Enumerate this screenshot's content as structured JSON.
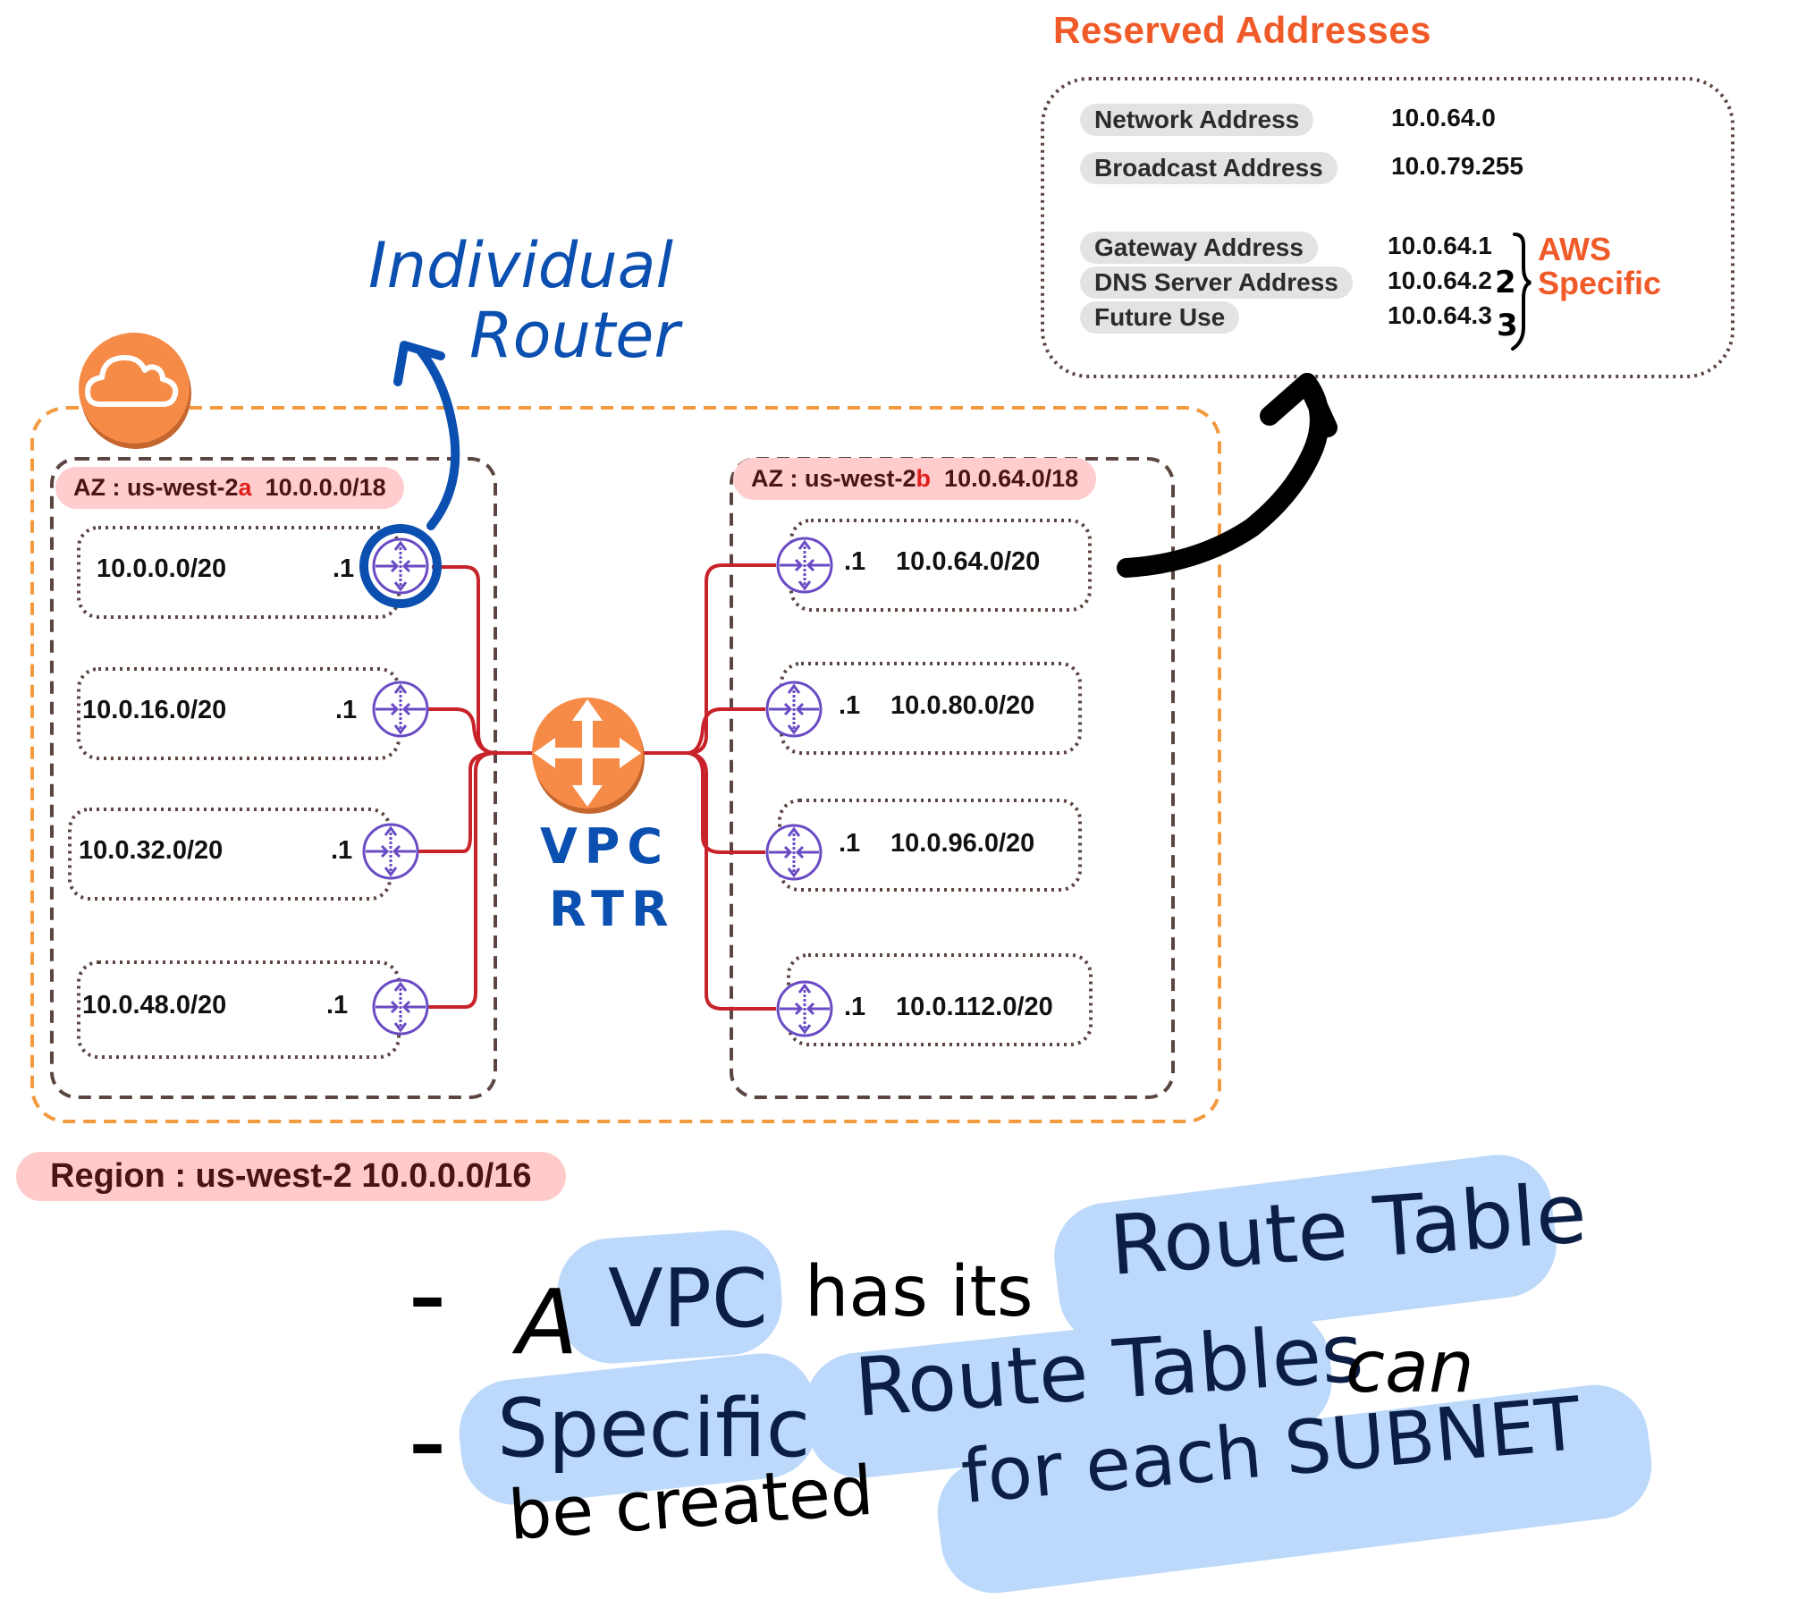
{
  "reserved": {
    "title": "Reserved Addresses",
    "rows": [
      {
        "label": "Network Address",
        "value": "10.0.64.0"
      },
      {
        "label": "Broadcast Address",
        "value": "10.0.79.255"
      },
      {
        "label": "Gateway Address",
        "value": "10.0.64.1"
      },
      {
        "label": "DNS Server Address",
        "value": "10.0.64.2"
      },
      {
        "label": "Future Use",
        "value": "10.0.64.3"
      }
    ],
    "aws_note_line1": "AWS",
    "aws_note_line2": "Specific",
    "handwritten_digits": [
      "2",
      "3"
    ]
  },
  "annotations": {
    "individual_router_line1": "Individual",
    "individual_router_line2": "Router",
    "vpc_rtr_line1": "VPC",
    "vpc_rtr_line2": "RTR"
  },
  "az_a": {
    "prefix": "AZ : us-west-2",
    "suffix": "a",
    "cidr": "10.0.0.0/18",
    "subnets": [
      {
        "cidr": "10.0.0.0/20",
        "gateway": ".1"
      },
      {
        "cidr": "10.0.16.0/20",
        "gateway": ".1"
      },
      {
        "cidr": "10.0.32.0/20",
        "gateway": ".1"
      },
      {
        "cidr": "10.0.48.0/20",
        "gateway": ".1"
      }
    ]
  },
  "az_b": {
    "prefix": "AZ : us-west-2",
    "suffix": "b",
    "cidr": "10.0.64.0/18",
    "subnets": [
      {
        "cidr": "10.0.64.0/20",
        "gateway": ".1"
      },
      {
        "cidr": "10.0.80.0/20",
        "gateway": ".1"
      },
      {
        "cidr": "10.0.96.0/20",
        "gateway": ".1"
      },
      {
        "cidr": "10.0.112.0/20",
        "gateway": ".1"
      }
    ]
  },
  "region": {
    "label": "Region : us-west-2  10.0.0.0/16"
  },
  "notes": {
    "bullet": "–",
    "line1": {
      "w1": "A",
      "w2": "VPC",
      "w3": "has its",
      "w4": "Route Table"
    },
    "line2": {
      "w1": "Specific",
      "w2": "Route Tables",
      "w3": "can"
    },
    "line3": {
      "w1": "be created",
      "w2": "for each SUBNET"
    }
  },
  "colors": {
    "accent_orange": "#F05A28",
    "vpc_orange": "#F68B48",
    "az_border": "#5b4540",
    "link_red": "#c8232a",
    "router_purple": "#6a4bc4",
    "annotation_blue": "#0b4fb0",
    "highlight_blue": "#bcd9fb",
    "az_pill": "#ffcdcd"
  }
}
